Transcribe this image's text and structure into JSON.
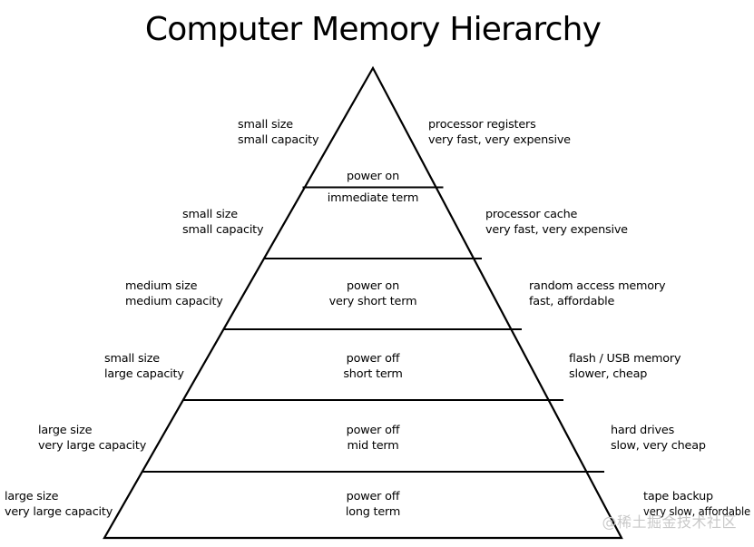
{
  "title": "Computer Memory Hierarchy",
  "levels": [
    {
      "left": [
        "small size",
        "small capacity"
      ],
      "center": [
        "power on",
        "immediate term"
      ],
      "right": [
        "processor registers",
        "very fast, very expensive"
      ]
    },
    {
      "left": [
        "small size",
        "small capacity"
      ],
      "center": [],
      "right": [
        "processor cache",
        "very fast, very expensive"
      ]
    },
    {
      "left": [
        "medium size",
        "medium capacity"
      ],
      "center": [
        "power on",
        "very short term"
      ],
      "right": [
        "random access memory",
        "fast, affordable"
      ]
    },
    {
      "left": [
        "small size",
        "large capacity"
      ],
      "center": [
        "power off",
        "short term"
      ],
      "right": [
        "flash / USB memory",
        "slower, cheap"
      ]
    },
    {
      "left": [
        "large size",
        "very large capacity"
      ],
      "center": [
        "power off",
        "mid term"
      ],
      "right": [
        "hard drives",
        "slow, very cheap"
      ]
    },
    {
      "left": [
        "large size",
        "very large capacity"
      ],
      "center": [
        "power off",
        "long term"
      ],
      "right": [
        "tape backup",
        "very slow, affordable"
      ]
    }
  ],
  "watermark": "@稀土掘金技术社区"
}
